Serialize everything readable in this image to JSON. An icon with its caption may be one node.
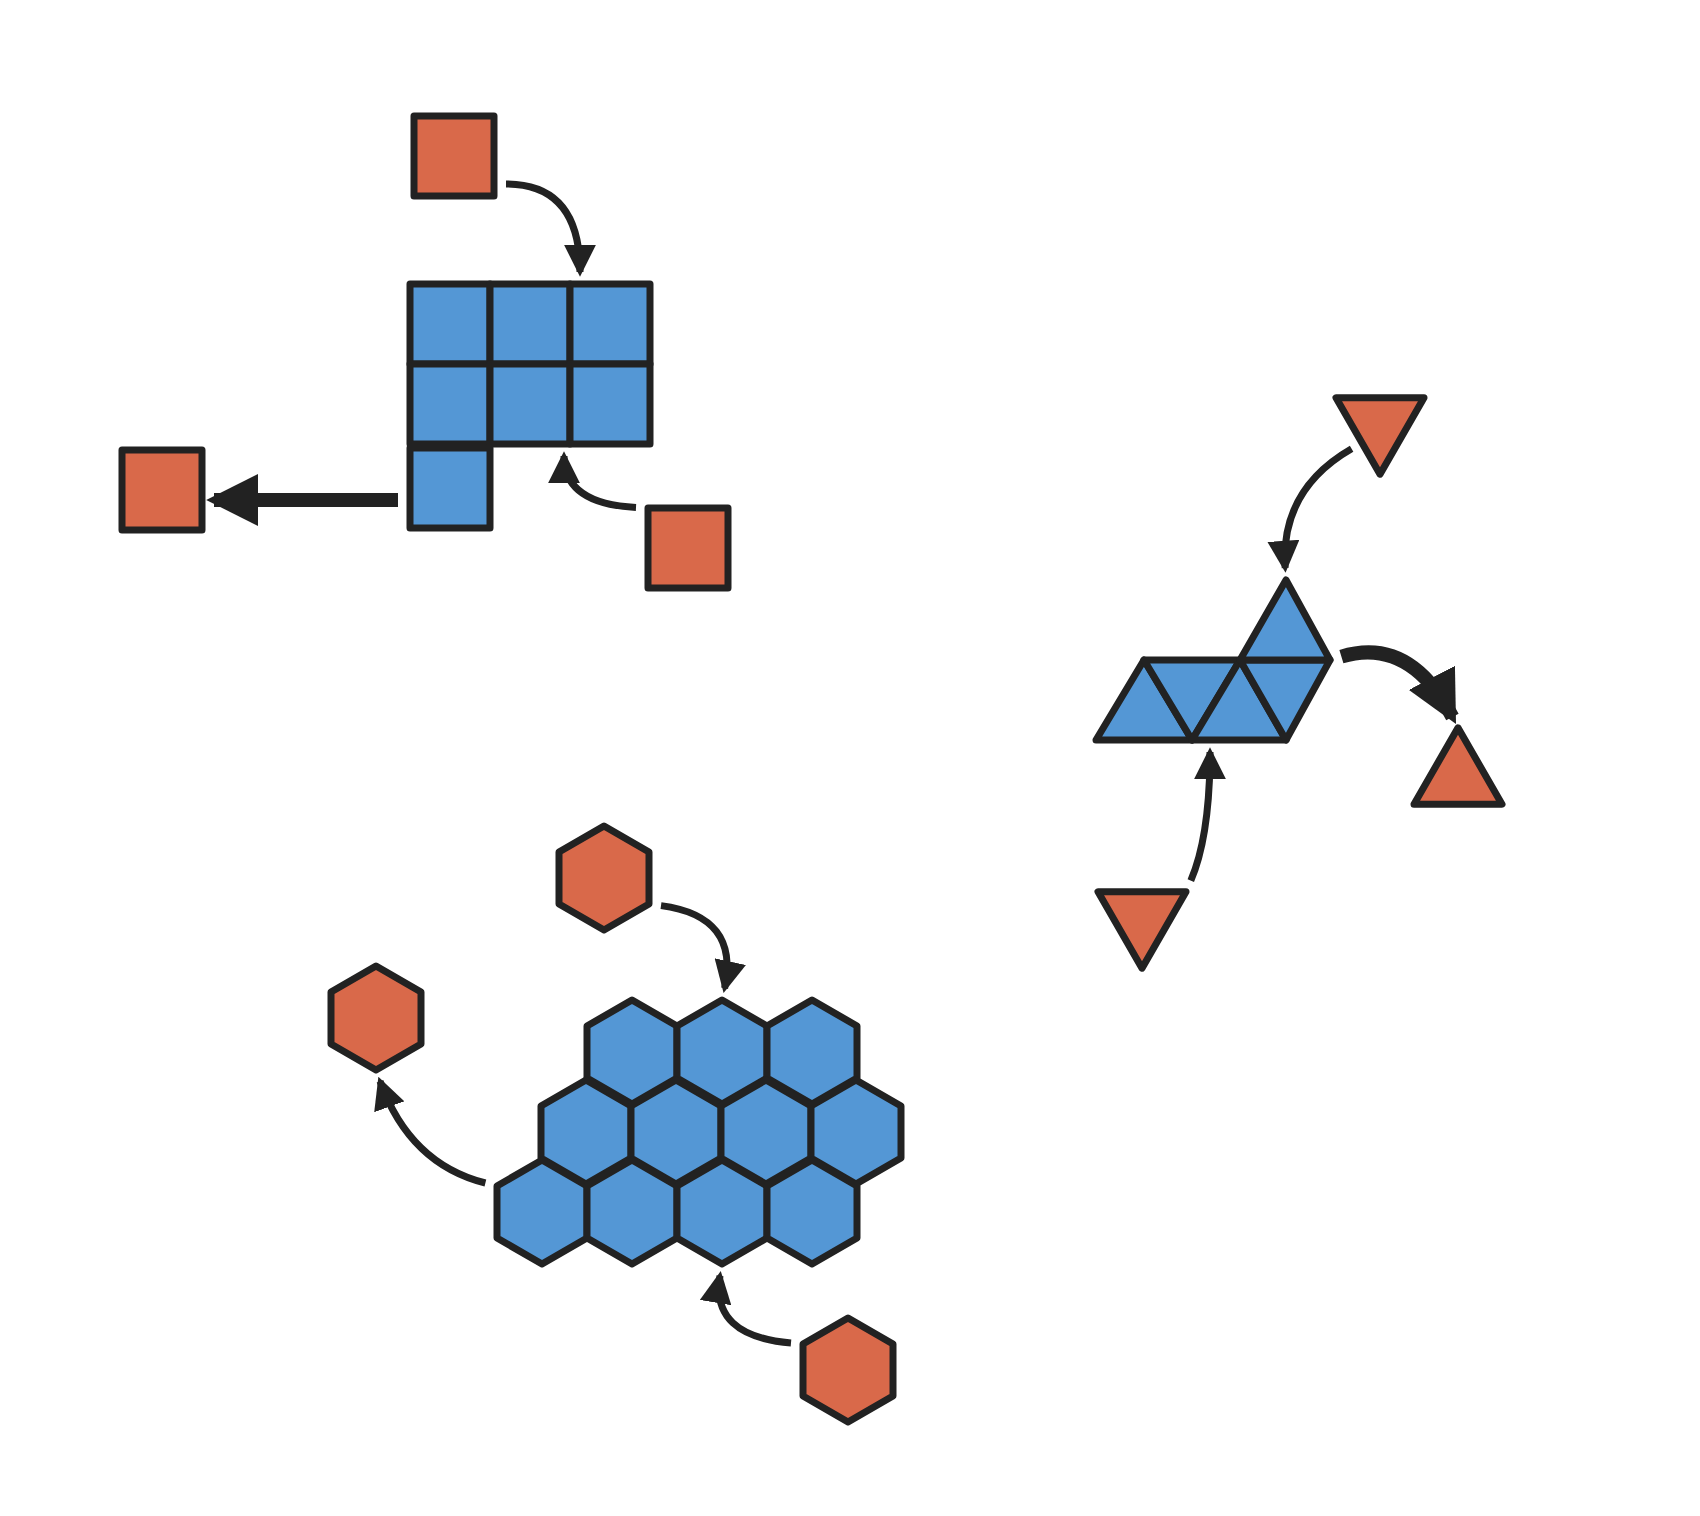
{
  "diagram": {
    "nodes": [
      {
        "text": [],
        "shape": "square"
      },
      {
        "text": [],
        "shape": "picture"
      },
      {
        "text": [],
        "shape": "square"
      },
      {
        "text": [],
        "shape": "square"
      },
      {
        "text": [],
        "shape": "triangle"
      },
      {
        "text": [],
        "shape": "picture"
      },
      {
        "text": [],
        "shape": "triangle"
      },
      {
        "text": [],
        "shape": "triangle"
      },
      {
        "text": [],
        "shape": "hexagon"
      },
      {
        "text": [],
        "shape": "hexagon"
      },
      {
        "text": [],
        "shape": "picture"
      },
      {
        "text": [],
        "shape": "hexagon"
      }
    ],
    "edges": [
      {
        "from": 0,
        "to": 1,
        "arrow": "to"
      },
      {
        "from": 1,
        "to": 2,
        "arrow": "to",
        "style": "thick"
      },
      {
        "from": 3,
        "to": 1,
        "arrow": "to"
      },
      {
        "from": 4,
        "to": 5,
        "arrow": "to"
      },
      {
        "from": 5,
        "to": 6,
        "arrow": "to",
        "style": "thick"
      },
      {
        "from": 7,
        "to": 5,
        "arrow": "to"
      },
      {
        "from": 8,
        "to": 10,
        "arrow": "to"
      },
      {
        "from": 10,
        "to": 9,
        "arrow": "to"
      },
      {
        "from": 11,
        "to": 10,
        "arrow": "to"
      }
    ]
  }
}
